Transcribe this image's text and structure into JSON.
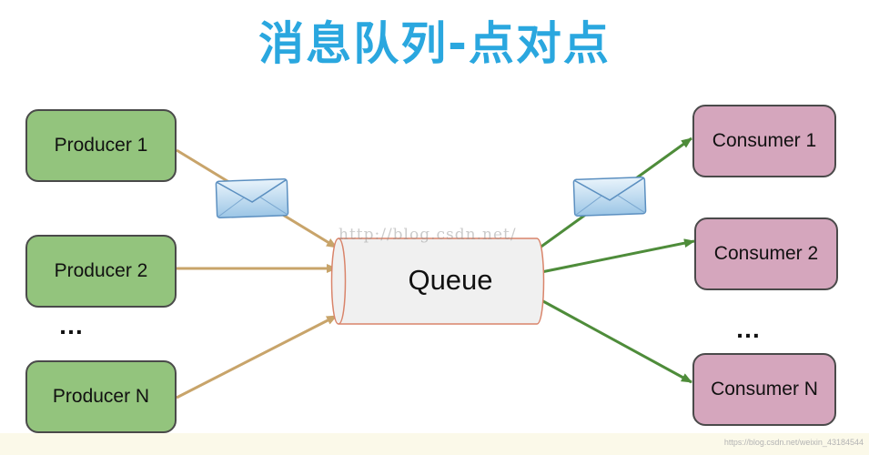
{
  "title": "消息队列-点对点",
  "producers": [
    "Producer 1",
    "Producer 2",
    "Producer N"
  ],
  "consumers": [
    "Consumer 1",
    "Consumer 2",
    "Consumer N"
  ],
  "ellipsis": "…",
  "queue": {
    "label": "Queue"
  },
  "watermark": "http://blog.csdn.net/",
  "credit": "https://blog.csdn.net/weixin_43184544",
  "icons": [
    "envelope-icon",
    "envelope-icon"
  ],
  "colors": {
    "title": "#2aa7df",
    "producer_fill": "#93c47d",
    "consumer_fill": "#d5a6bd",
    "producer_arrow": "#c8a46a",
    "consumer_arrow": "#4e8c3a",
    "queue_fill": "#f0f0f0",
    "queue_stroke": "#d9846a"
  }
}
